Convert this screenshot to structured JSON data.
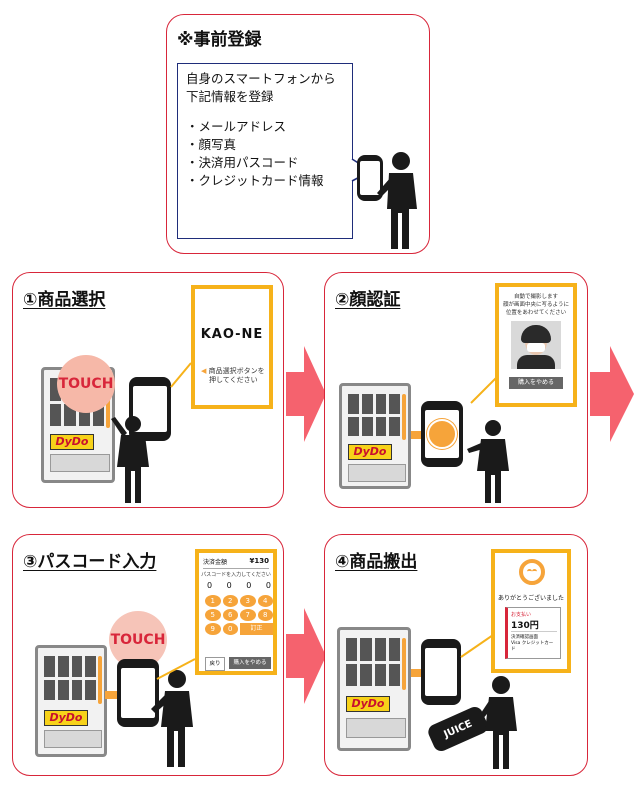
{
  "registration": {
    "title": "※事前登録",
    "intro": "自身のスマートフォンから下記情報を登録",
    "items": [
      "・メールアドレス",
      "・顔写真",
      "・決済用パスコード",
      "・クレジットカード情報"
    ]
  },
  "steps": [
    {
      "title": "①商品選択"
    },
    {
      "title": "②顔認証"
    },
    {
      "title": "③パスコード入力"
    },
    {
      "title": "④商品搬出"
    }
  ],
  "touch_label": "TOUCH",
  "brand": "DyDo",
  "juice_label": "JUICE",
  "step1_screen": {
    "logo": "KAO-NE",
    "hint_line1": "商品選択ボタンを",
    "hint_line2": "押してください"
  },
  "step2_screen": {
    "line1": "自動で撮影します",
    "line2": "顔が画面中央に写るように",
    "line3": "位置をあわせてください",
    "button": "購入をやめる"
  },
  "step3_screen": {
    "label": "決済金額",
    "price": "¥130",
    "instruction": "パスコードを入力してください",
    "code": [
      "0",
      "0",
      "0",
      "0"
    ],
    "keys": [
      "1",
      "2",
      "3",
      "4",
      "5",
      "6",
      "7",
      "8",
      "9",
      "0",
      "訂正"
    ],
    "back": "戻り",
    "cancel": "購入をやめる"
  },
  "step4_screen": {
    "thanks": "ありがとうございました",
    "receipt_label": "お支払い",
    "amount": "130円",
    "line1": "決済確認画面",
    "line2": "Visa クレジットカード"
  },
  "colors": {
    "panel_border": "#d8263a",
    "arrow": "#f5626e",
    "callout_border": "#f6b21a",
    "bubble_border": "#1f2d7a",
    "touch": "#f6b8a8"
  }
}
